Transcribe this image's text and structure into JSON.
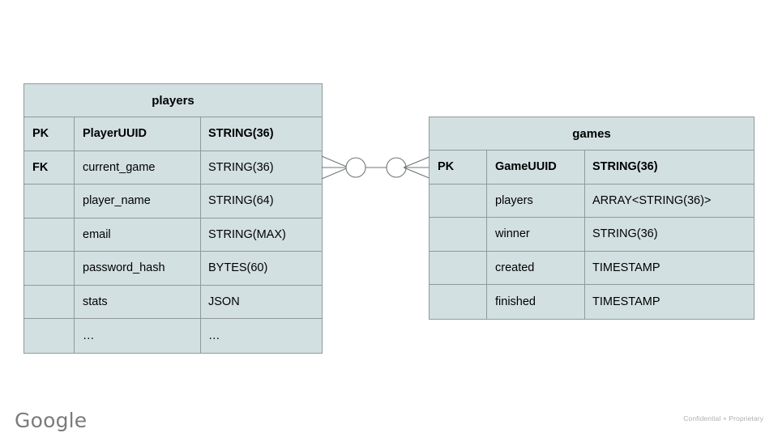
{
  "diagram": {
    "type": "entity-relationship-diagram",
    "notation": "crow's foot",
    "entities": [
      {
        "id": "players",
        "title": "players",
        "columns": [
          "key",
          "name",
          "type"
        ],
        "rows": [
          {
            "key": "PK",
            "name": "PlayerUUID",
            "type": "STRING(36)",
            "bold": true
          },
          {
            "key": "FK",
            "name": "current_game",
            "type": "STRING(36)",
            "bold": false
          },
          {
            "key": "",
            "name": "player_name",
            "type": "STRING(64)",
            "bold": false
          },
          {
            "key": "",
            "name": "email",
            "type": "STRING(MAX)",
            "bold": false
          },
          {
            "key": "",
            "name": "password_hash",
            "type": "BYTES(60)",
            "bold": false
          },
          {
            "key": "",
            "name": "stats",
            "type": "JSON",
            "bold": false
          },
          {
            "key": "",
            "name": "…",
            "type": "…",
            "bold": false
          }
        ]
      },
      {
        "id": "games",
        "title": "games",
        "columns": [
          "key",
          "name",
          "type"
        ],
        "rows": [
          {
            "key": "PK",
            "name": "GameUUID",
            "type": "STRING(36)",
            "bold": true
          },
          {
            "key": "",
            "name": "players",
            "type": "ARRAY<STRING(36)>",
            "bold": false
          },
          {
            "key": "",
            "name": "winner",
            "type": "STRING(36)",
            "bold": false
          },
          {
            "key": "",
            "name": "created",
            "type": "TIMESTAMP",
            "bold": false
          },
          {
            "key": "",
            "name": "finished",
            "type": "TIMESTAMP",
            "bold": false
          }
        ]
      }
    ],
    "relationship": {
      "from": "players",
      "to": "games",
      "left_cardinality": "zero or many",
      "right_cardinality": "zero or many"
    }
  },
  "footer": {
    "logo_text": "Google",
    "note": "Confidential + Proprietary"
  },
  "colors": {
    "entity_fill": "#d3e0e2",
    "entity_border": "#8e9a9a",
    "connector": "#6e7878",
    "text": "#000000",
    "logo": "#7b7b7b",
    "footer_note": "#b0b0b0",
    "background": "#ffffff"
  }
}
